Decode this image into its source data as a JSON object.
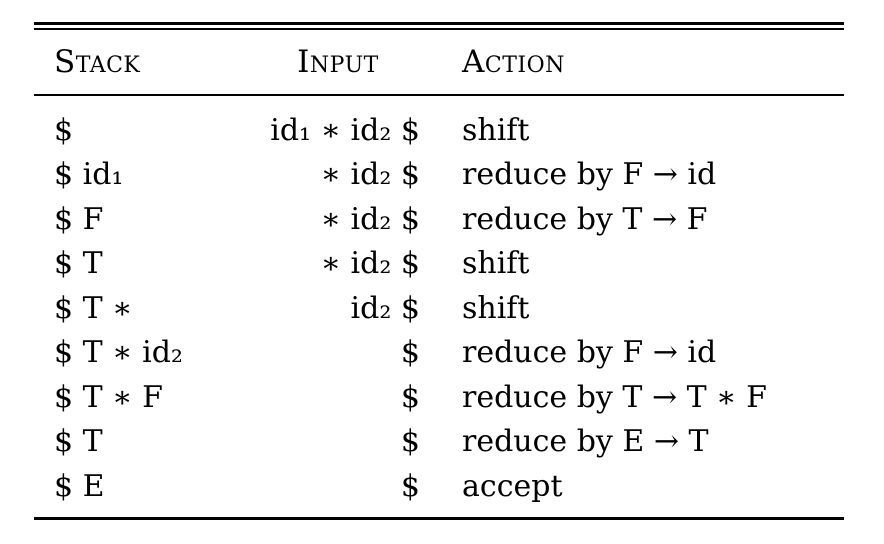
{
  "table": {
    "headers": {
      "stack": "Stack",
      "input": "Input",
      "action": "Action"
    },
    "rows": [
      {
        "stack": "$",
        "input": "id₁ ∗ id₂ $",
        "action": "shift"
      },
      {
        "stack": "$ id₁",
        "input": "∗ id₂ $",
        "action": "reduce by F → id"
      },
      {
        "stack": "$ F",
        "input": "∗ id₂ $",
        "action": "reduce by T → F"
      },
      {
        "stack": "$ T",
        "input": "∗ id₂ $",
        "action": "shift"
      },
      {
        "stack": "$ T ∗",
        "input": "id₂ $",
        "action": "shift"
      },
      {
        "stack": "$ T ∗ id₂",
        "input": "$",
        "action": "reduce by F → id"
      },
      {
        "stack": "$ T ∗ F",
        "input": "$",
        "action": "reduce by T → T ∗ F"
      },
      {
        "stack": "$ T",
        "input": "$",
        "action": "reduce by E → T"
      },
      {
        "stack": "$ E",
        "input": "$",
        "action": "accept"
      }
    ]
  }
}
